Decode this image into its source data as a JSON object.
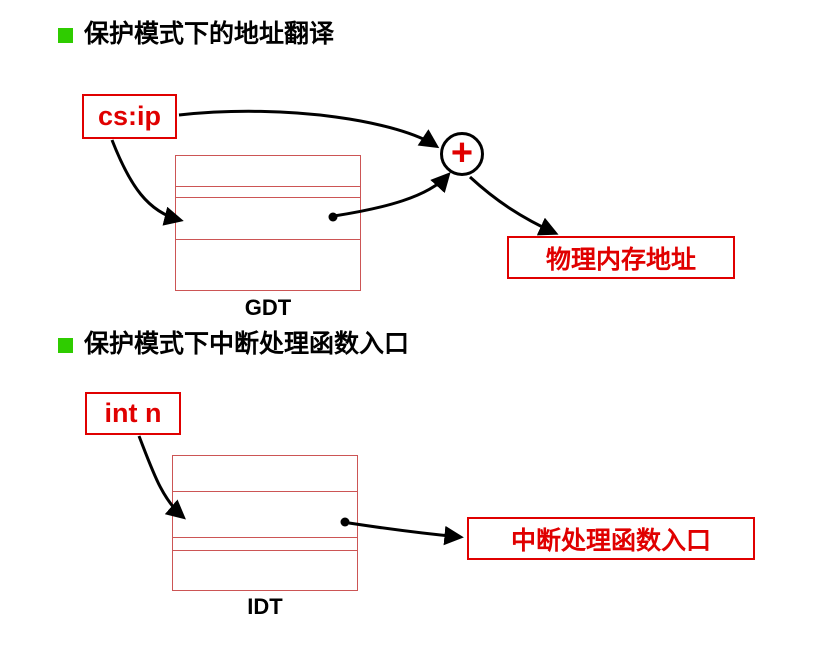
{
  "colors": {
    "accent_red": "#e00000",
    "table_border_red": "#cc5555",
    "bullet_green": "#2fcc00",
    "arrow_black": "#000000"
  },
  "sections": [
    {
      "heading": "保护模式下的地址翻译",
      "source_box": "cs:ip",
      "table_label": "GDT",
      "operator": "+",
      "result_box": "物理内存地址"
    },
    {
      "heading": "保护模式下中断处理函数入口",
      "source_box": "int n",
      "table_label": "IDT",
      "result_box": "中断处理函数入口"
    }
  ]
}
